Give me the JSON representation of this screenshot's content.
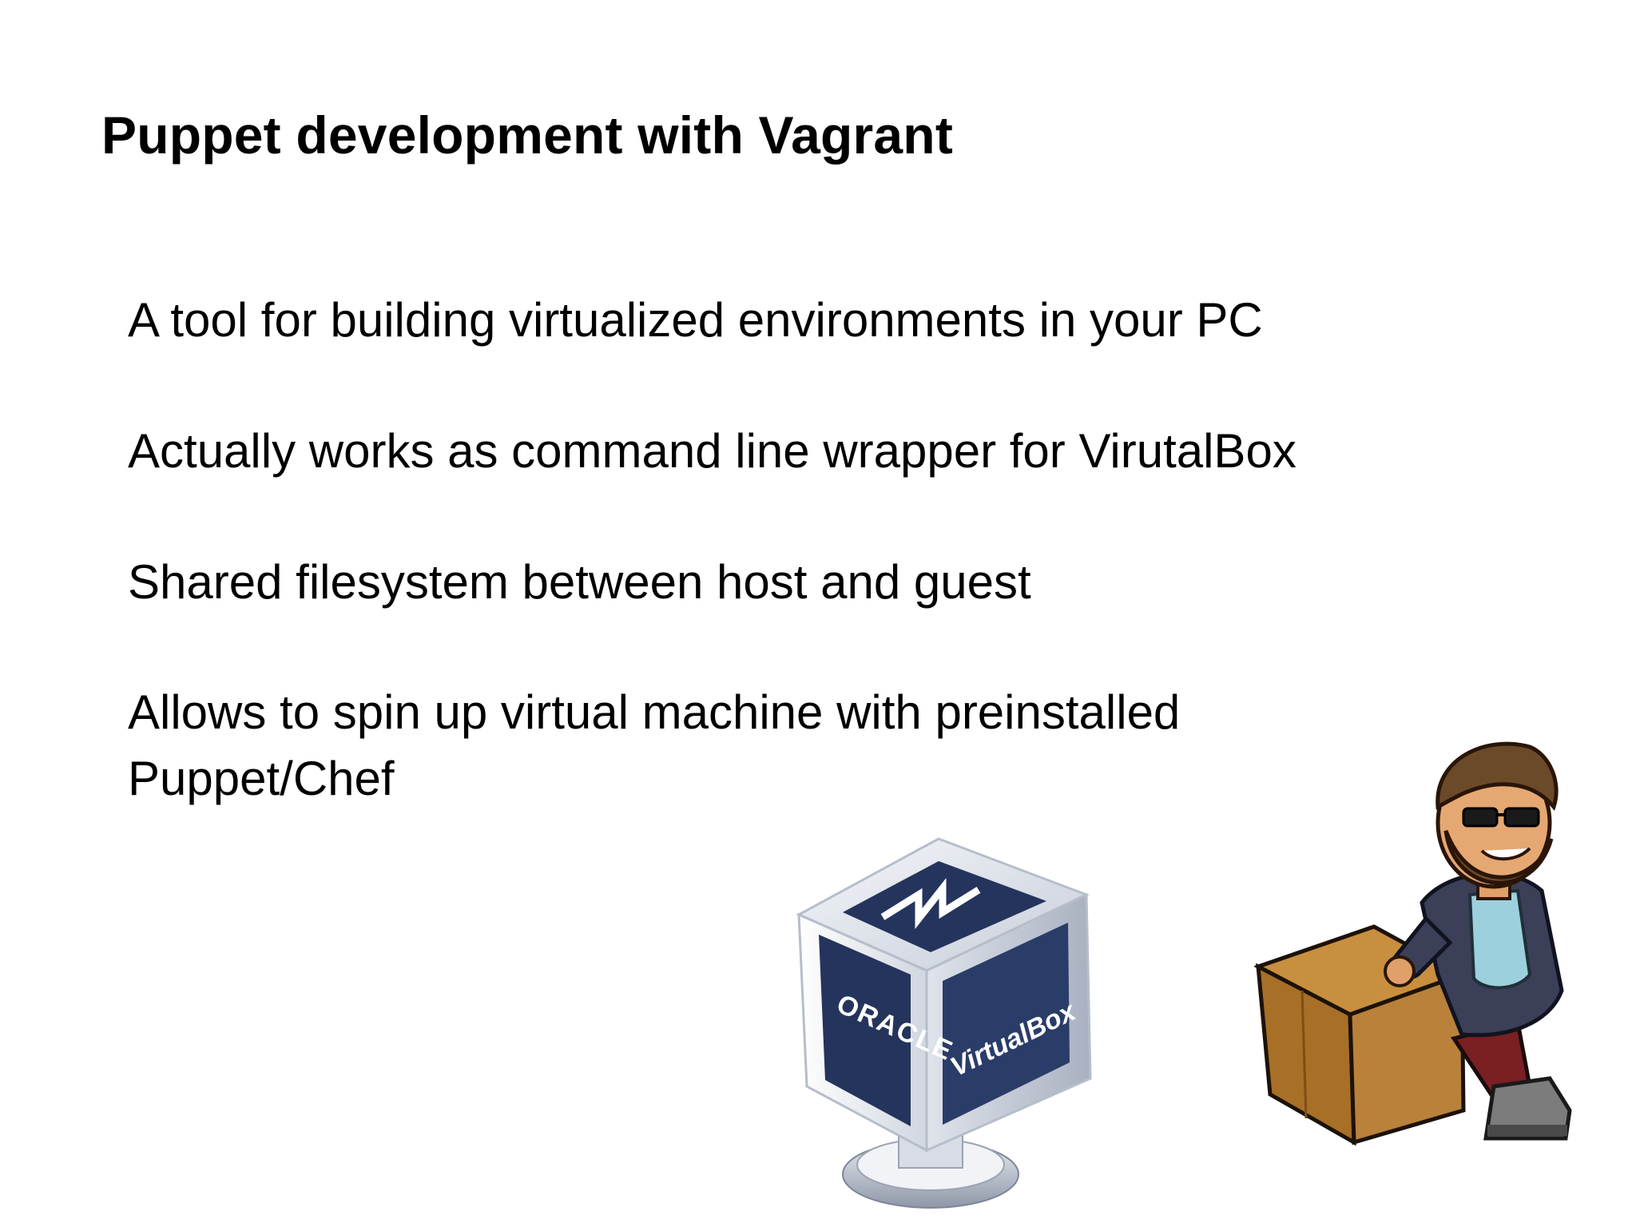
{
  "slide": {
    "title": "Puppet development with Vagrant",
    "bullets": [
      "A tool for building virtualized environments in your PC",
      "Actually works as command line wrapper for VirutalBox",
      "Shared filesystem between host and guest"
    ],
    "last_bullet": {
      "line1": "Allows to spin up virtual machine with preinstalled",
      "line2": "Puppet/Chef"
    }
  },
  "images": {
    "virtualbox_logo": {
      "icon": "virtualbox-logo-icon",
      "front_label": "ORACLE",
      "side_label": "VirtualBox"
    },
    "vagrant_mascot": {
      "icon": "vagrant-mascot-icon"
    }
  },
  "colors": {
    "cube_dark": "#24345c",
    "cube_light": "#e4e8ef",
    "box_brown": "#b07a32",
    "background": "#ffffff"
  }
}
